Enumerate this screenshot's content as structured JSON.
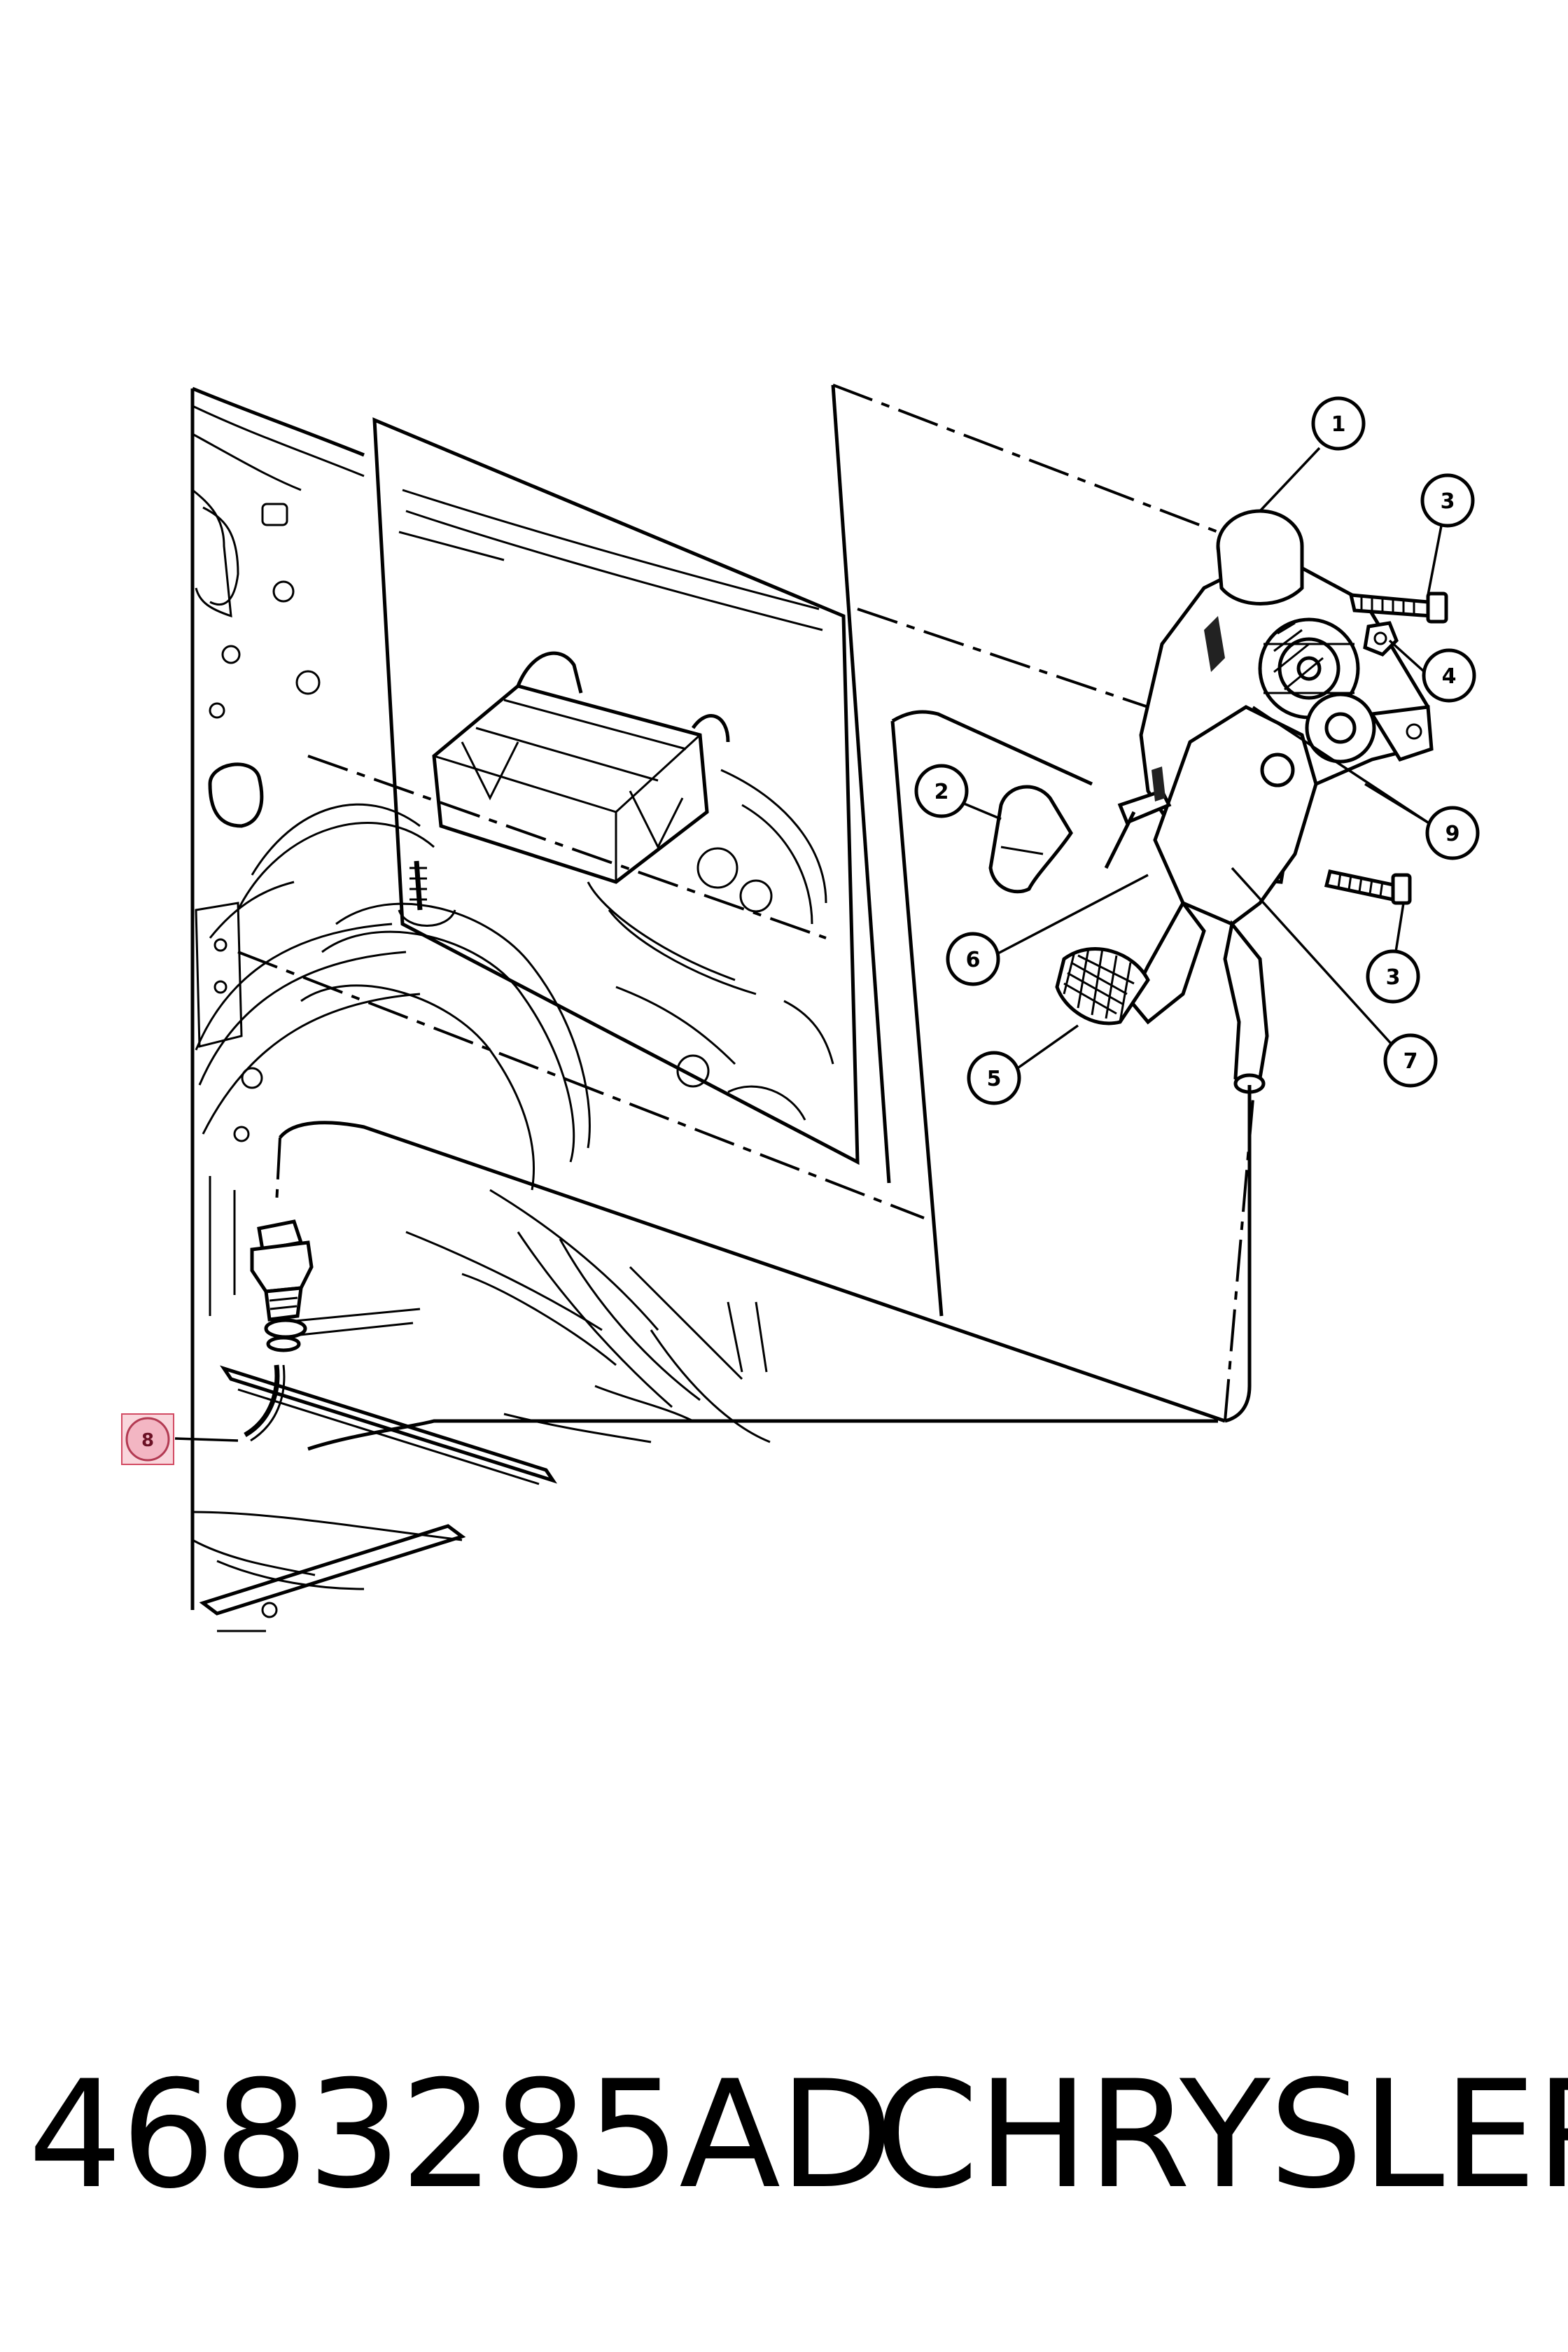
{
  "callouts": {
    "c1": "1",
    "c2": "2",
    "c3a": "3",
    "c3b": "3",
    "c4": "4",
    "c5": "5",
    "c6": "6",
    "c7": "7",
    "c8": "8",
    "c9": "9"
  },
  "highlight": {
    "callout": "8",
    "color": "#f3b6c3"
  },
  "footer": {
    "part_number": "4683285AD",
    "brand": "CHRYSLER"
  }
}
